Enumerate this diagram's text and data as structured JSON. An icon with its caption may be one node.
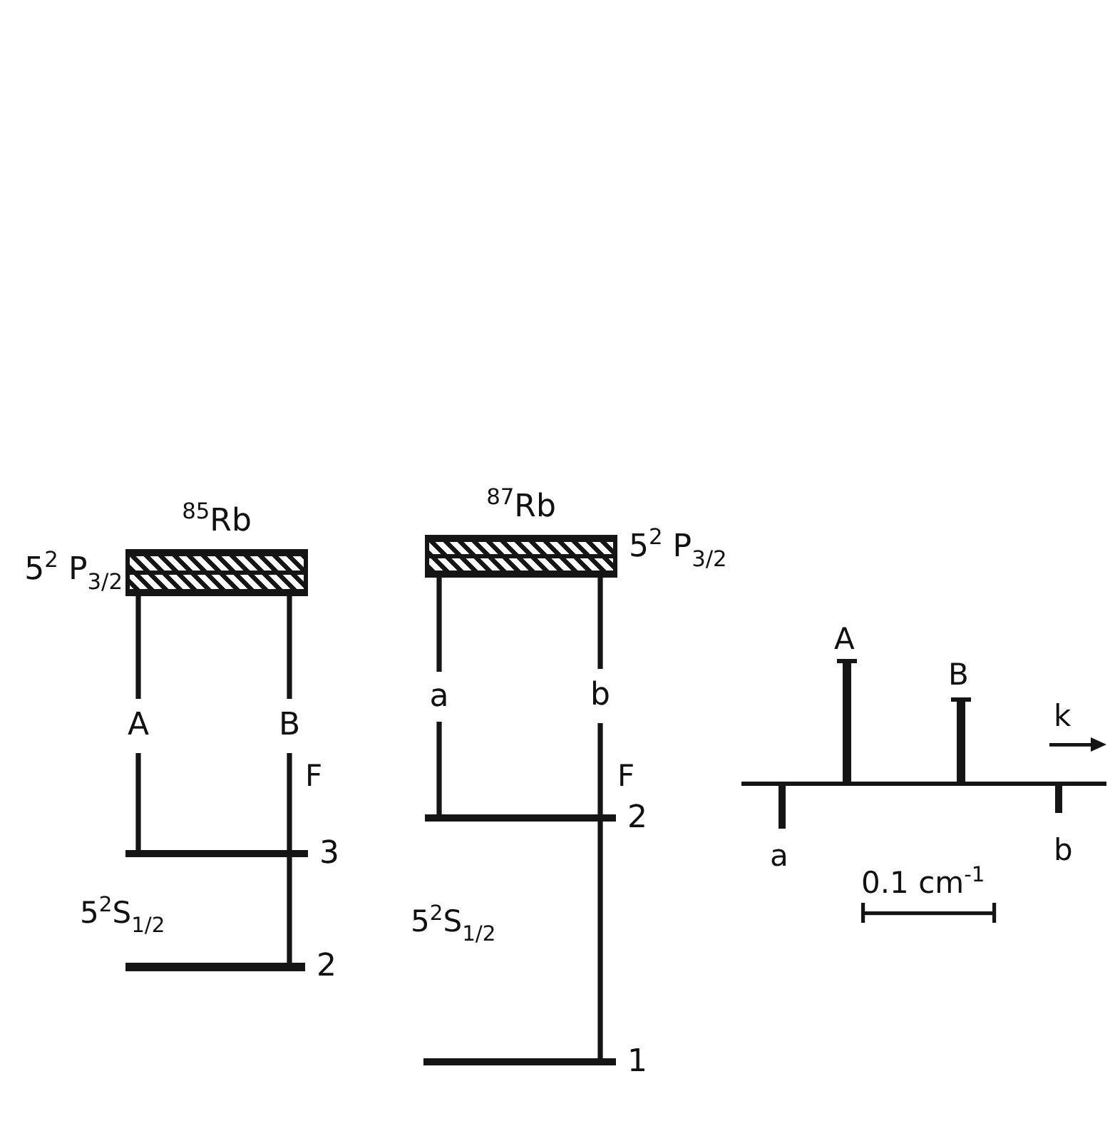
{
  "diagram": {
    "nodes": [
      {
        "text": [
          "$^{85}$Rb"
        ],
        "beside": [
          "5$^{2}$ P$_{3/2}$"
        ]
      },
      {
        "text": [],
        "shape": "bar",
        "beside": [
          "3"
        ]
      },
      {
        "text": [],
        "shape": "bar",
        "beside": [
          "2"
        ]
      },
      {
        "text": [
          "$^{87}$Rb"
        ],
        "beside": [
          "5$^{2}$ P$_{3/2}$"
        ]
      },
      {
        "text": [],
        "shape": "bar",
        "beside": [
          "2"
        ]
      },
      {
        "text": [],
        "shape": "bar",
        "beside": [
          "1"
        ]
      }
    ],
    "edges": [
      {
        "from": 1,
        "to": 0,
        "arrow": "none",
        "label": "A"
      },
      {
        "from": 2,
        "to": 0,
        "arrow": "none",
        "label": "B"
      },
      {
        "from": 4,
        "to": 3,
        "arrow": "none",
        "label": "a"
      },
      {
        "from": 5,
        "to": 3,
        "arrow": "none",
        "label": "b"
      }
    ],
    "labels": [
      "F",
      "5$^{2}$S$_{1/2}$",
      "F",
      "5$^{2}$S$_{1/2}$",
      "A",
      "B",
      "k",
      "a",
      "b",
      "0.1 cm$^{-1}$"
    ]
  }
}
